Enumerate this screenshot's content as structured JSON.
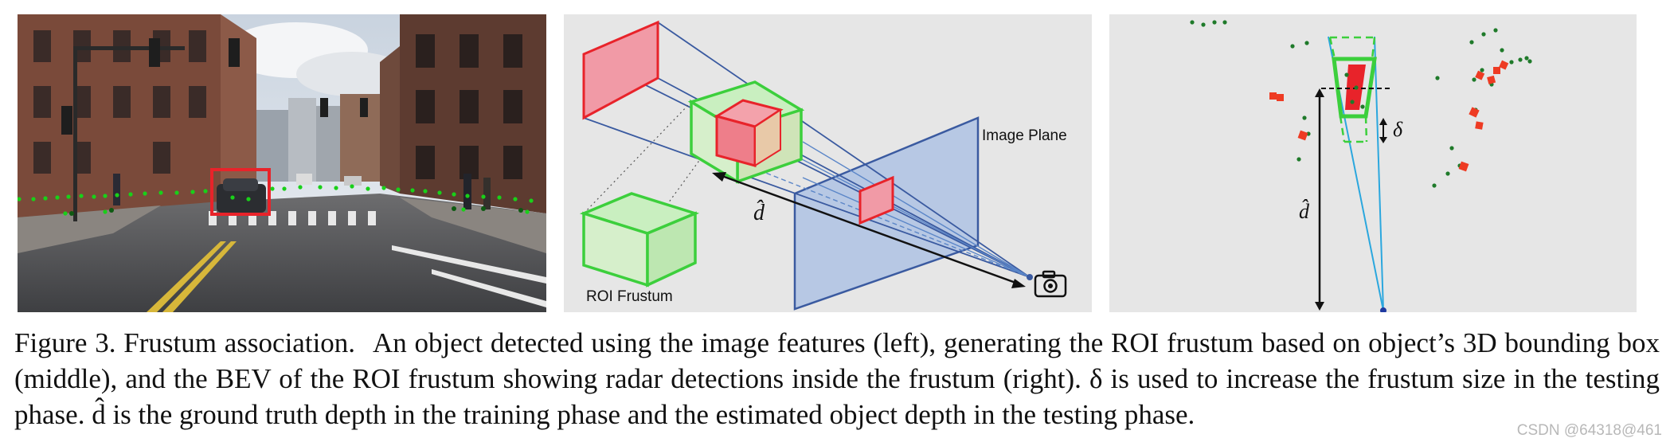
{
  "figure": {
    "left_panel": {
      "description_hidden": ""
    },
    "middle_panel": {
      "image_plane_label": "Image Plane",
      "depth_label": "d̂",
      "frustum_label": "ROI Frustum"
    },
    "right_panel": {
      "delta_label": "δ",
      "depth_label": "d̂"
    },
    "caption": {
      "label": "Figure 3. Frustum association.",
      "text": "An object detected using the image features (left), generating the ROI frustum based on object’s 3D bounding box (middle), and the BEV of the ROI frustum showing radar detections inside the frustum (right). δ is used to increase the frustum size in the testing phase. d̂ is the ground truth depth in the training phase and the estimated object depth in the testing phase."
    },
    "watermark": "CSDN @64318@461",
    "colors": {
      "frustum_green": "#3ccf3c",
      "detection_red": "#e8232a",
      "image_plane_blue": "#3a5aa0",
      "radar_green": "#1f7a2a"
    }
  }
}
